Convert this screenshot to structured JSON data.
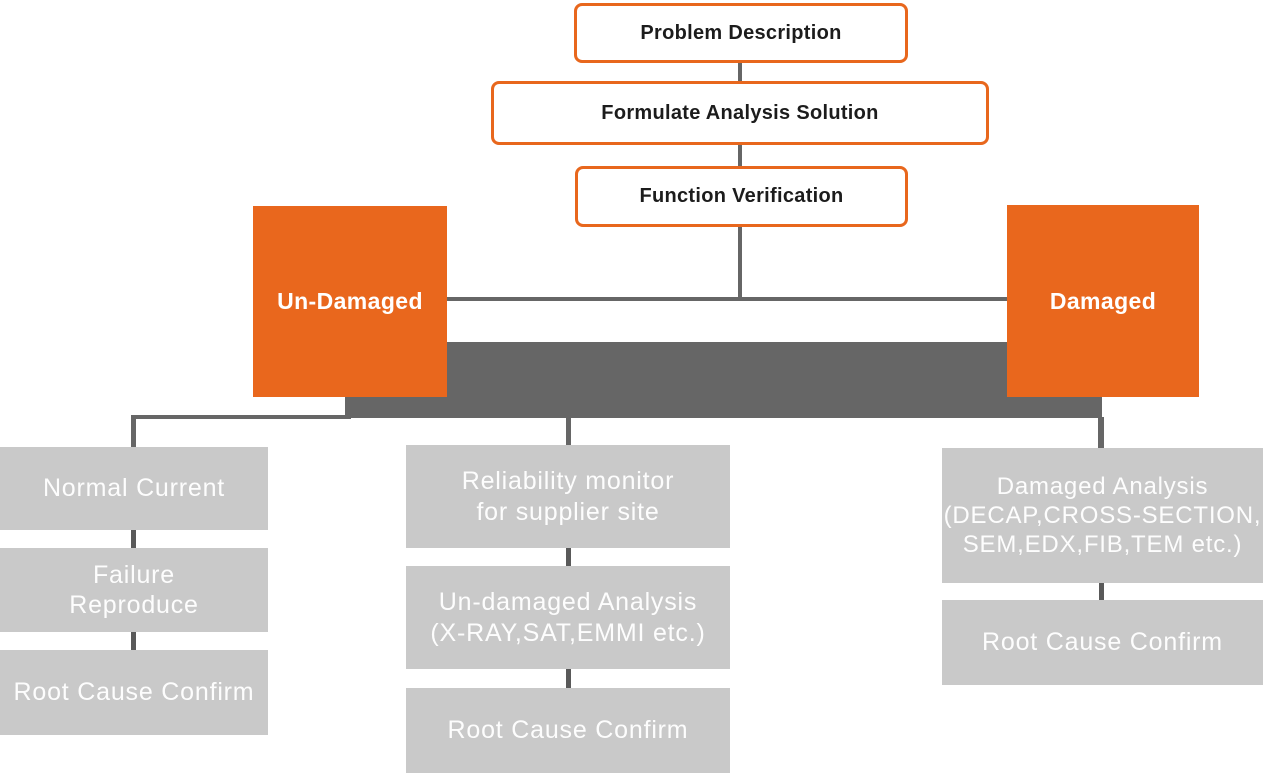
{
  "palette": {
    "orange": "#E9671D",
    "orange_border": "#E8671D",
    "dark_gray": "#666666",
    "light_gray": "#C9C9C9",
    "box_text_dark": "#1C1C1C",
    "box_text_light": "#FDFDFD"
  },
  "top_flow": {
    "step1": "Problem Description",
    "step2": "Formulate Analysis Solution",
    "step3": "Function Verification"
  },
  "branches": {
    "left": "Un-Damaged",
    "right": "Damaged"
  },
  "columns": {
    "left": {
      "items": [
        "Normal Current",
        "Failure\nReproduce",
        "Root Cause Confirm"
      ]
    },
    "middle": {
      "items": [
        "Reliability monitor\nfor supplier site",
        "Un-damaged Analysis\n(X-RAY,SAT,EMMI etc.)",
        "Root Cause Confirm"
      ]
    },
    "right": {
      "items": [
        "Damaged Analysis\n(DECAP,CROSS-SECTION,\nSEM,EDX,FIB,TEM etc.)",
        "Root Cause Confirm"
      ]
    }
  }
}
